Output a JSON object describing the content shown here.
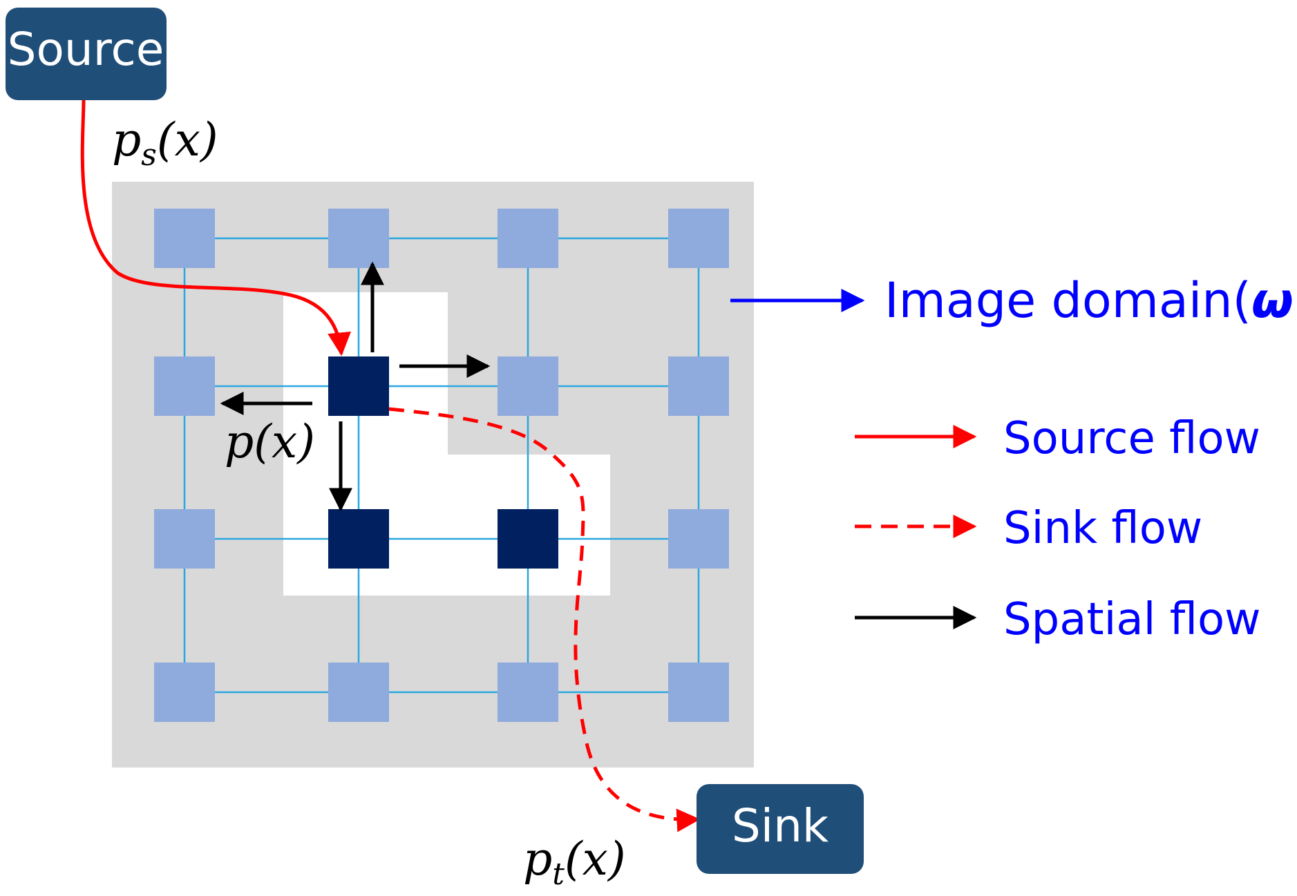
{
  "nodes": {
    "source_label": "Source",
    "sink_label": "Sink"
  },
  "math_labels": {
    "ps_main": "p",
    "ps_sub": "s",
    "ps_arg": "(x)",
    "p_main": "p",
    "p_arg": "(x)",
    "pt_main": "p",
    "pt_sub": "t",
    "pt_arg": "(x)"
  },
  "domain_label": {
    "text": "Image domain(",
    "symbol": "ω",
    "close": ")"
  },
  "legend": {
    "items": [
      {
        "label": "Source flow",
        "style": "solid",
        "color": "#ff0000"
      },
      {
        "label": "Sink flow",
        "style": "dashed",
        "color": "#ff0000"
      },
      {
        "label": "Spatial flow",
        "style": "solid",
        "color": "#000000"
      }
    ]
  },
  "colors": {
    "node_box": "#1f4e79",
    "domain_bg": "#d9d9d9",
    "pixel_light": "#8faadc",
    "pixel_dark": "#002060",
    "grid_line": "#2aa7e0",
    "source_flow": "#ff0000",
    "sink_flow": "#ff0000",
    "spatial_flow": "#000000",
    "label_blue": "#0000ff"
  }
}
